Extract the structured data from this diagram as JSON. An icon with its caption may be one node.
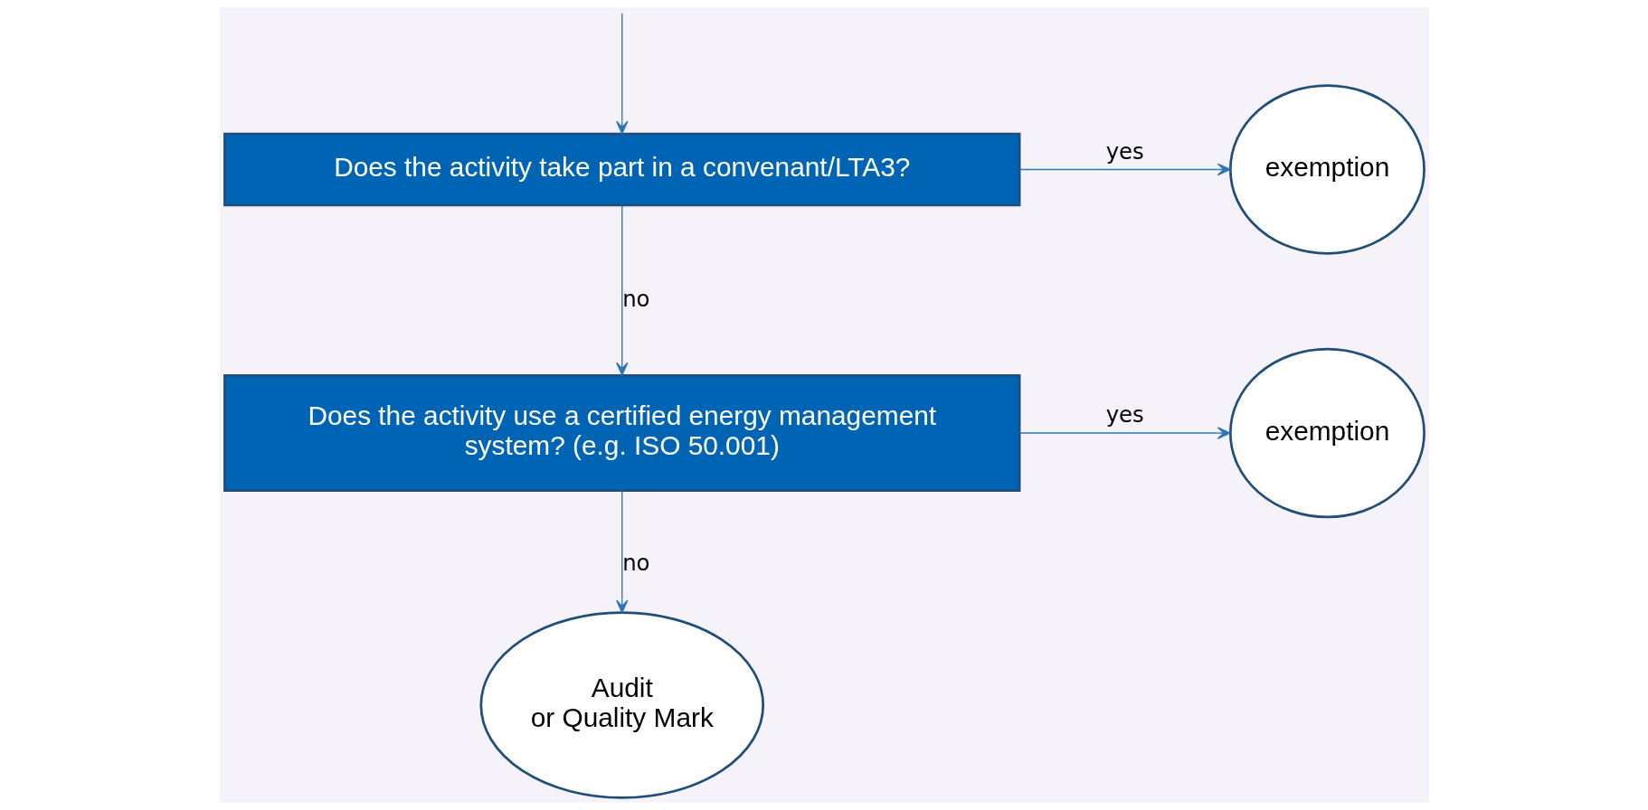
{
  "diagram": {
    "nodes": [
      {
        "text": [
          "Does the activity take part in a convenant/LTA3?"
        ]
      },
      {
        "text": [
          "exemption"
        ]
      },
      {
        "text": [
          "Does the activity use a certified energy management system? (e.g. ISO 50.001)"
        ]
      },
      {
        "text": [
          "exemption"
        ]
      },
      {
        "text": [
          "Audit or Quality Mark"
        ]
      }
    ],
    "edges": [
      {
        "from": null,
        "to": 0,
        "arrow": "to"
      },
      {
        "from": 0,
        "to": 1,
        "arrow": "to",
        "label": "yes"
      },
      {
        "from": 0,
        "to": 2,
        "arrow": "to",
        "label": "no"
      },
      {
        "from": 2,
        "to": 3,
        "arrow": "to",
        "label": "yes"
      },
      {
        "from": 2,
        "to": 4,
        "arrow": "to",
        "label": "no"
      }
    ]
  }
}
